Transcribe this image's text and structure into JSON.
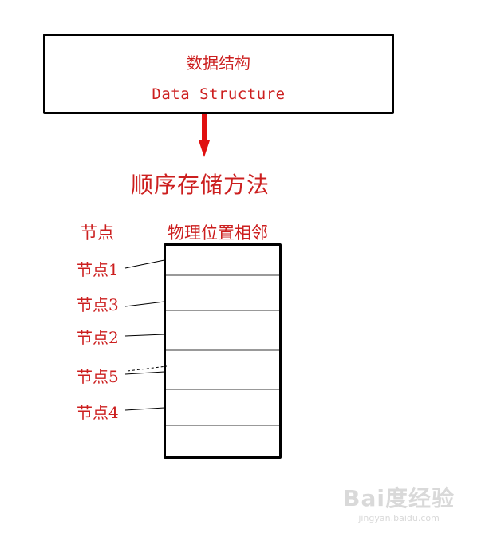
{
  "header_box": {
    "title_cn": "数据结构",
    "title_en": "Data Structure"
  },
  "method": "顺序存储方法",
  "columns": {
    "node": "节点",
    "memory": "物理位置相邻"
  },
  "nodes": [
    {
      "label": "节点1"
    },
    {
      "label": "节点3"
    },
    {
      "label": "节点2"
    },
    {
      "label": "节点5"
    },
    {
      "label": "节点4"
    }
  ],
  "watermark": {
    "logo": "Bai度经验",
    "url": "jingyan.baidu.com"
  },
  "colors": {
    "accent": "#cc1f1f",
    "stroke": "#000000"
  }
}
